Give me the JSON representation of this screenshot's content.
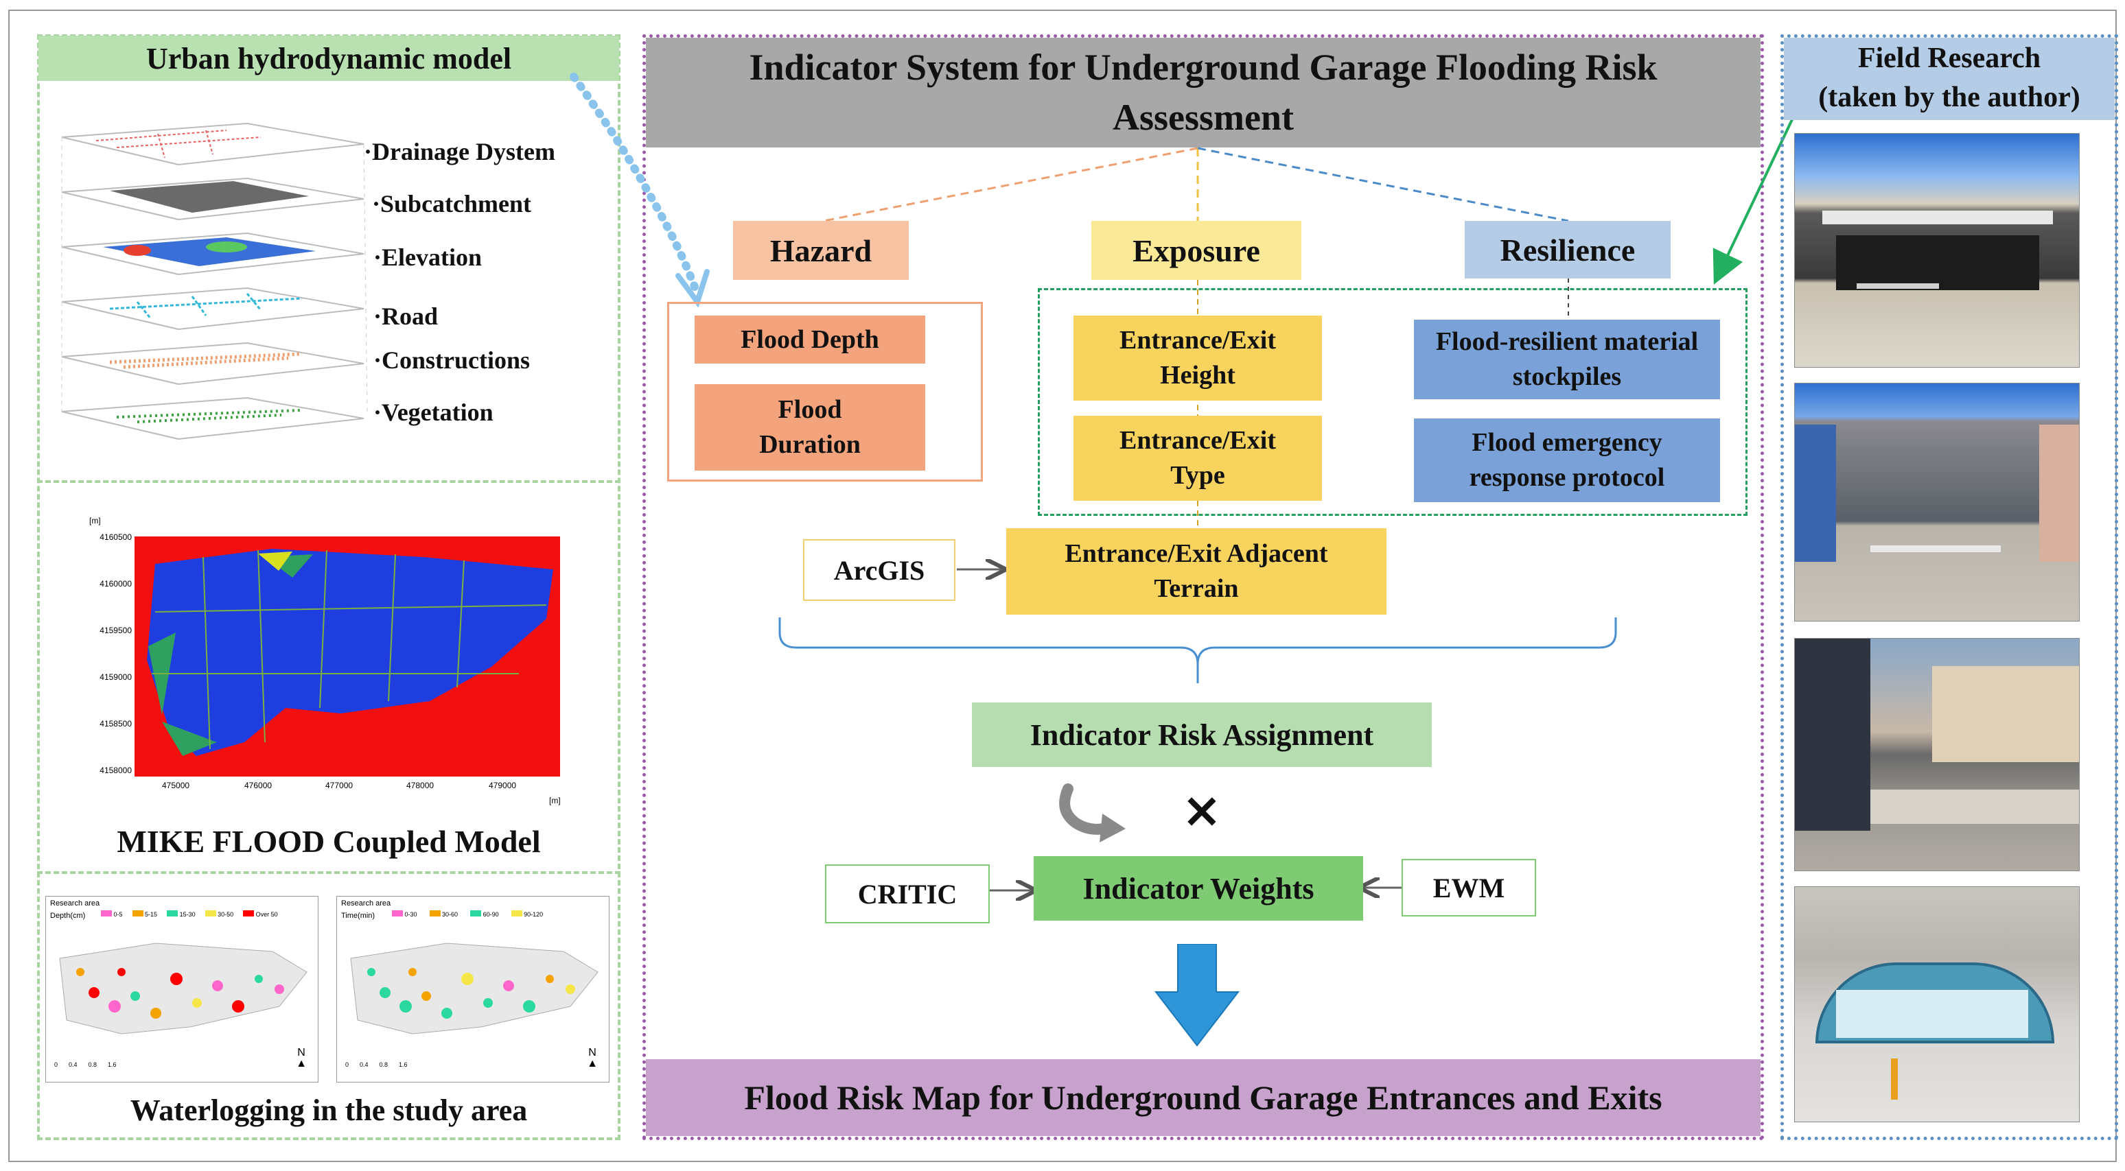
{
  "left": {
    "title": "Urban hydrodynamic model",
    "layers": [
      "·Drainage Dystem",
      "·Subcatchment",
      "·Elevation",
      "·Road",
      "·Constructions",
      "·Vegetation"
    ],
    "map": {
      "unit_label": "[m]",
      "y_ticks": [
        "4160500",
        "4160000",
        "4159500",
        "4159000",
        "4158500",
        "4158000"
      ],
      "x_ticks": [
        "475000",
        "476000",
        "477000",
        "478000",
        "479000"
      ],
      "x_unit": "[m]"
    },
    "map_caption": "MIKE FLOOD Coupled Model",
    "waterlog_caption": "Waterlogging in the study area",
    "depth_map": {
      "title": "Research area",
      "legend_label": "Depth(cm)",
      "classes": [
        "0-5",
        "5-15",
        "15-30",
        "30-50",
        "Over 50"
      ],
      "class_colors": [
        "#ff66cc",
        "#f4a300",
        "#2ad8a0",
        "#f5e74a",
        "#ff0000"
      ]
    },
    "time_map": {
      "title": "Research area",
      "legend_label": "Time(min)",
      "classes": [
        "0-30",
        "30-60",
        "60-90",
        "90-120"
      ],
      "class_colors": [
        "#ff66cc",
        "#f4a300",
        "#2ad8a0",
        "#f5e74a"
      ]
    },
    "scale_labels": [
      "0",
      "0.4",
      "0.8",
      "1.6"
    ],
    "north": "N"
  },
  "center": {
    "title": "Indicator System for Underground Garage Flooding Risk Assessment",
    "hazard": "Hazard",
    "exposure": "Exposure",
    "resilience": "Resilience",
    "hazard_items": [
      "Flood Depth",
      "Flood Duration"
    ],
    "exposure_items": [
      "Entrance/Exit Height",
      "Entrance/Exit Type"
    ],
    "resilience_items": [
      "Flood-resilient material stockpiles",
      "Flood emergency response protocol"
    ],
    "arcgis": "ArcGIS",
    "terrain": "Entrance/Exit Adjacent Terrain",
    "risk_assignment": "Indicator Risk Assignment",
    "times": "×",
    "critic": "CRITIC",
    "weights": "Indicator Weights",
    "ewm": "EWM",
    "result": "Flood Risk Map for Underground Garage Entrances and Exits"
  },
  "right": {
    "title_line1": "Field Research",
    "title_line2": "(taken by the author)"
  },
  "colors": {
    "hazard": "#f8c3a2",
    "hazard_item": "#f4a47c",
    "exposure": "#fce998",
    "exposure_item": "#f8d35e",
    "resilience": "#b4cce6",
    "resilience_item": "#7aa2d8",
    "risk_assignment": "#b6ddb0",
    "weights": "#7fcb74",
    "title_bar": "#a8a8a8",
    "result_bar": "#c6a2cc",
    "arrow_blue": "#2e95d8"
  }
}
